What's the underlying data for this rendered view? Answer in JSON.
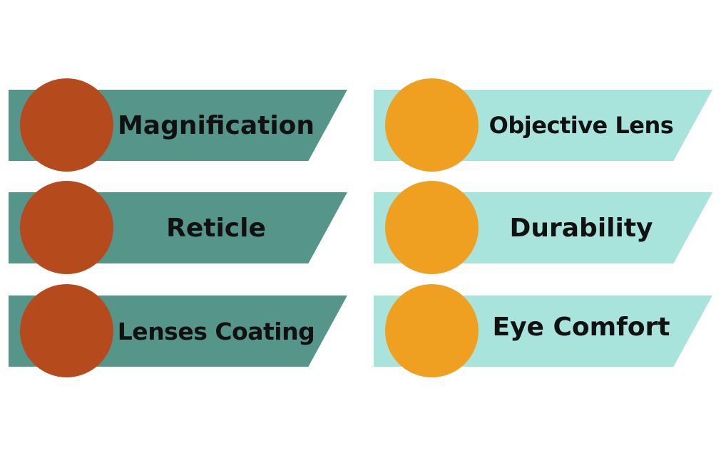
{
  "colors": {
    "left_banner": "#56958a",
    "left_circle": "#b54a1d",
    "right_banner": "#a8e3dc",
    "right_circle": "#f0a020",
    "text": "#111111",
    "background": "#ffffff"
  },
  "left_column": [
    {
      "label": "Magnification"
    },
    {
      "label": "Reticle"
    },
    {
      "label": "Lenses Coating"
    }
  ],
  "right_column": [
    {
      "label": "Objective Lens"
    },
    {
      "label": "Durability"
    },
    {
      "label": "Eye Comfort"
    }
  ]
}
